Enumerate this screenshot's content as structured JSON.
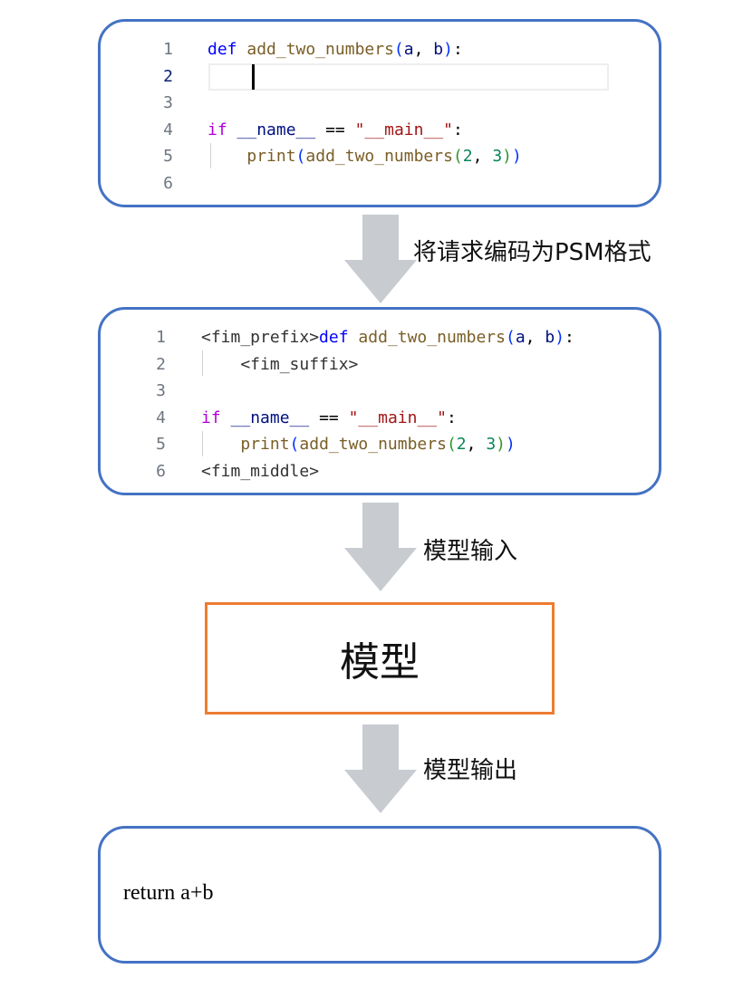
{
  "input_box": {
    "line_numbers": [
      "1",
      "2",
      "3",
      "4",
      "5",
      "6"
    ],
    "active_line": "2",
    "lines": [
      [
        {
          "t": "def",
          "c": "kw"
        },
        {
          "t": " ",
          "c": "pn"
        },
        {
          "t": "add_two_numbers",
          "c": "fn"
        },
        {
          "t": "(",
          "c": "br1"
        },
        {
          "t": "a",
          "c": "var"
        },
        {
          "t": ", ",
          "c": "pn"
        },
        {
          "t": "b",
          "c": "var"
        },
        {
          "t": ")",
          "c": "br1"
        },
        {
          "t": ":",
          "c": "pn"
        }
      ],
      [],
      [],
      [
        {
          "t": "if",
          "c": "ctrl"
        },
        {
          "t": " ",
          "c": "pn"
        },
        {
          "t": "__name__",
          "c": "var"
        },
        {
          "t": " == ",
          "c": "pn"
        },
        {
          "t": "\"__main__\"",
          "c": "str"
        },
        {
          "t": ":",
          "c": "pn"
        }
      ],
      [
        {
          "t": "    ",
          "c": "pn"
        },
        {
          "t": "print",
          "c": "fn"
        },
        {
          "t": "(",
          "c": "br1"
        },
        {
          "t": "add_two_numbers",
          "c": "fn"
        },
        {
          "t": "(",
          "c": "br2"
        },
        {
          "t": "2",
          "c": "num"
        },
        {
          "t": ", ",
          "c": "pn"
        },
        {
          "t": "3",
          "c": "num"
        },
        {
          "t": ")",
          "c": "br2"
        },
        {
          "t": ")",
          "c": "br1"
        }
      ],
      []
    ]
  },
  "step1_label": "将请求编码为PSM格式",
  "psm_box": {
    "line_numbers": [
      "1",
      "2",
      "3",
      "4",
      "5",
      "6"
    ],
    "lines": [
      [
        {
          "t": "<fim_prefix>",
          "c": "tok"
        },
        {
          "t": "def",
          "c": "kw"
        },
        {
          "t": " ",
          "c": "pn"
        },
        {
          "t": "add_two_numbers",
          "c": "fn"
        },
        {
          "t": "(",
          "c": "br1"
        },
        {
          "t": "a",
          "c": "var"
        },
        {
          "t": ", ",
          "c": "pn"
        },
        {
          "t": "b",
          "c": "var"
        },
        {
          "t": ")",
          "c": "br1"
        },
        {
          "t": ":",
          "c": "pn"
        }
      ],
      [
        {
          "t": "    <fim_suffix>",
          "c": "tok"
        }
      ],
      [],
      [
        {
          "t": "if",
          "c": "ctrl"
        },
        {
          "t": " ",
          "c": "pn"
        },
        {
          "t": "__name__",
          "c": "var"
        },
        {
          "t": " == ",
          "c": "pn"
        },
        {
          "t": "\"__main__\"",
          "c": "str"
        },
        {
          "t": ":",
          "c": "pn"
        }
      ],
      [
        {
          "t": "    ",
          "c": "pn"
        },
        {
          "t": "print",
          "c": "fn"
        },
        {
          "t": "(",
          "c": "br1"
        },
        {
          "t": "add_two_numbers",
          "c": "fn"
        },
        {
          "t": "(",
          "c": "br2"
        },
        {
          "t": "2",
          "c": "num"
        },
        {
          "t": ", ",
          "c": "pn"
        },
        {
          "t": "3",
          "c": "num"
        },
        {
          "t": ")",
          "c": "br2"
        },
        {
          "t": ")",
          "c": "br1"
        }
      ],
      [
        {
          "t": "<fim_middle>",
          "c": "tok"
        }
      ]
    ]
  },
  "step2_label": "模型输入",
  "model_label": "模型",
  "step3_label": "模型输出",
  "output_box": {
    "text": "return a+b"
  },
  "colors": {
    "box_border": "#4472c4",
    "model_border": "#ed7d31",
    "arrow": "#c8ccd1"
  }
}
